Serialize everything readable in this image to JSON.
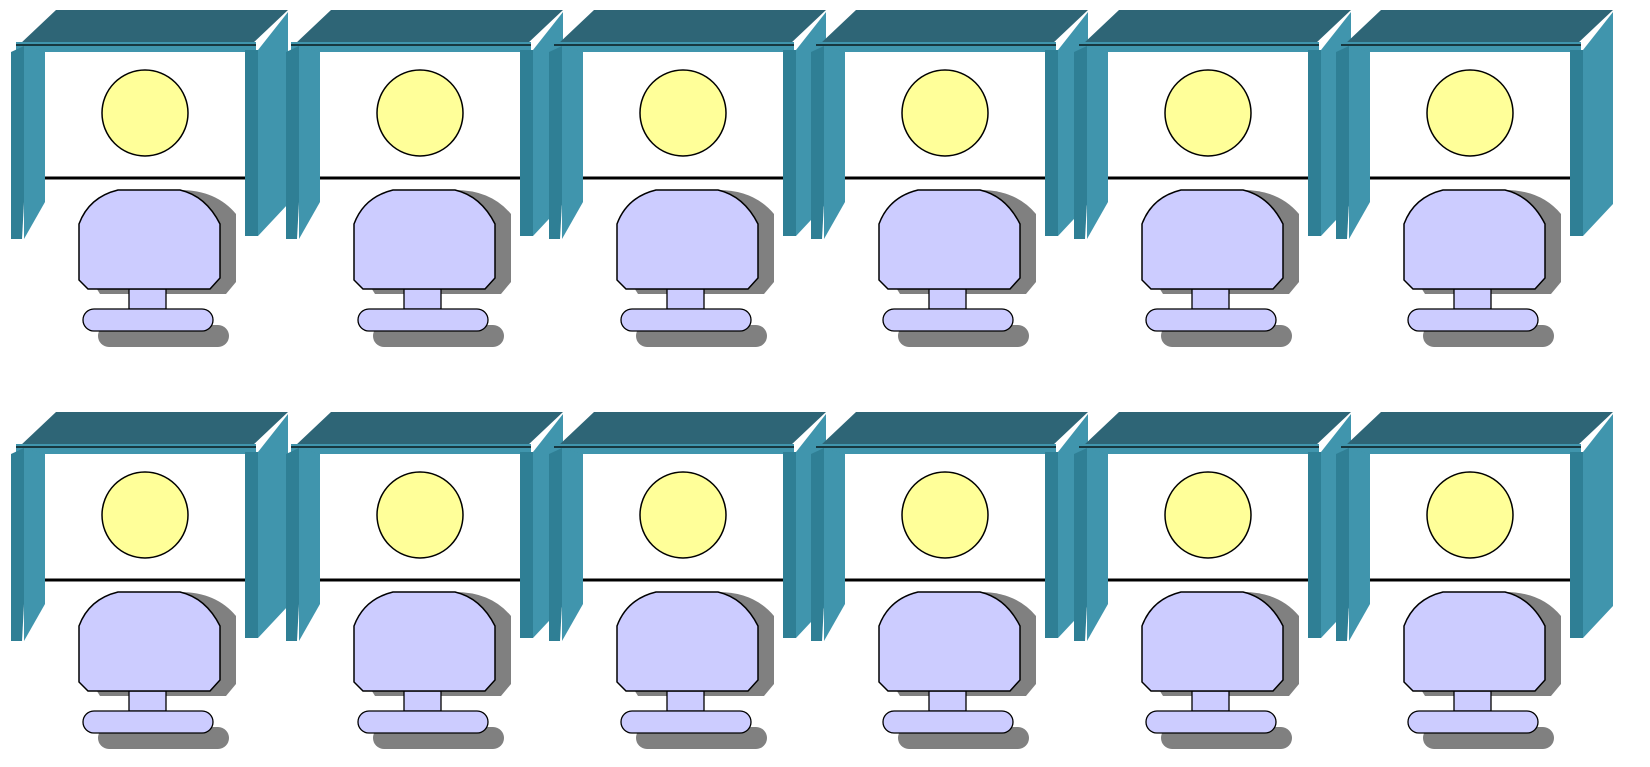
{
  "diagram": {
    "kind": "office-cubicle-floorplan",
    "rows": 2,
    "cubicles_per_row": 6,
    "cubicle_components": [
      "cubicle-partition-icon",
      "person-head-icon",
      "desk-edge-line",
      "computer-monitor-icon",
      "keyboard-icon"
    ],
    "colors": {
      "partition_top": "#2e6576",
      "partition_face": "#4095ad",
      "partition_dark": "#2f7f95",
      "person_head": "#ffff99",
      "monitor_fill": "#ccccff",
      "shadow": "#808080",
      "outline": "#000000",
      "background": "#ffffff"
    }
  }
}
